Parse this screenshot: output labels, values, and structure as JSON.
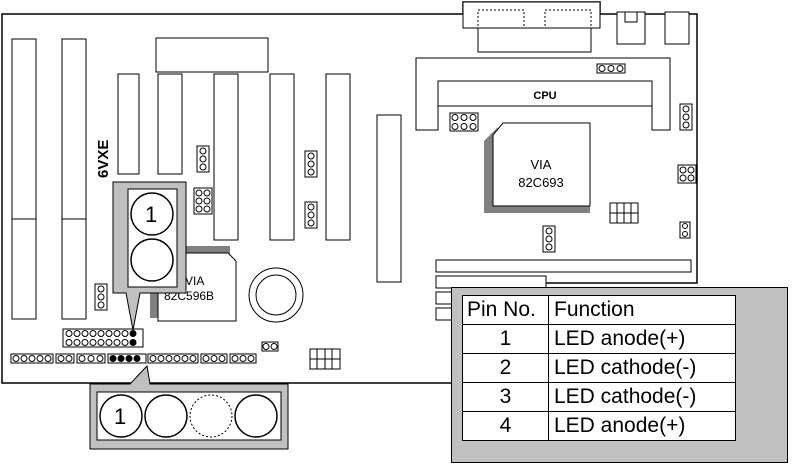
{
  "board": {
    "model": "6VXE",
    "cpu_label": "CPU",
    "northbridge_line1": "VIA",
    "northbridge_line2": "82C693",
    "southbridge_line1": "VIA",
    "southbridge_line2": "82C596B"
  },
  "callouts": {
    "top_pin_label": "1",
    "bottom_pin_label": "1"
  },
  "pin_table": {
    "header_pin": "Pin No.",
    "header_function": "Function",
    "rows": [
      {
        "pin": "1",
        "function": "LED anode(+)"
      },
      {
        "pin": "2",
        "function": "LED cathode(-)"
      },
      {
        "pin": "3",
        "function": "LED cathode(-)"
      },
      {
        "pin": "4",
        "function": "LED anode(+)"
      }
    ]
  },
  "colors": {
    "callout_fill": "#c0c0c0",
    "chip_shadow": "#808080",
    "pin_active": "#000000"
  }
}
